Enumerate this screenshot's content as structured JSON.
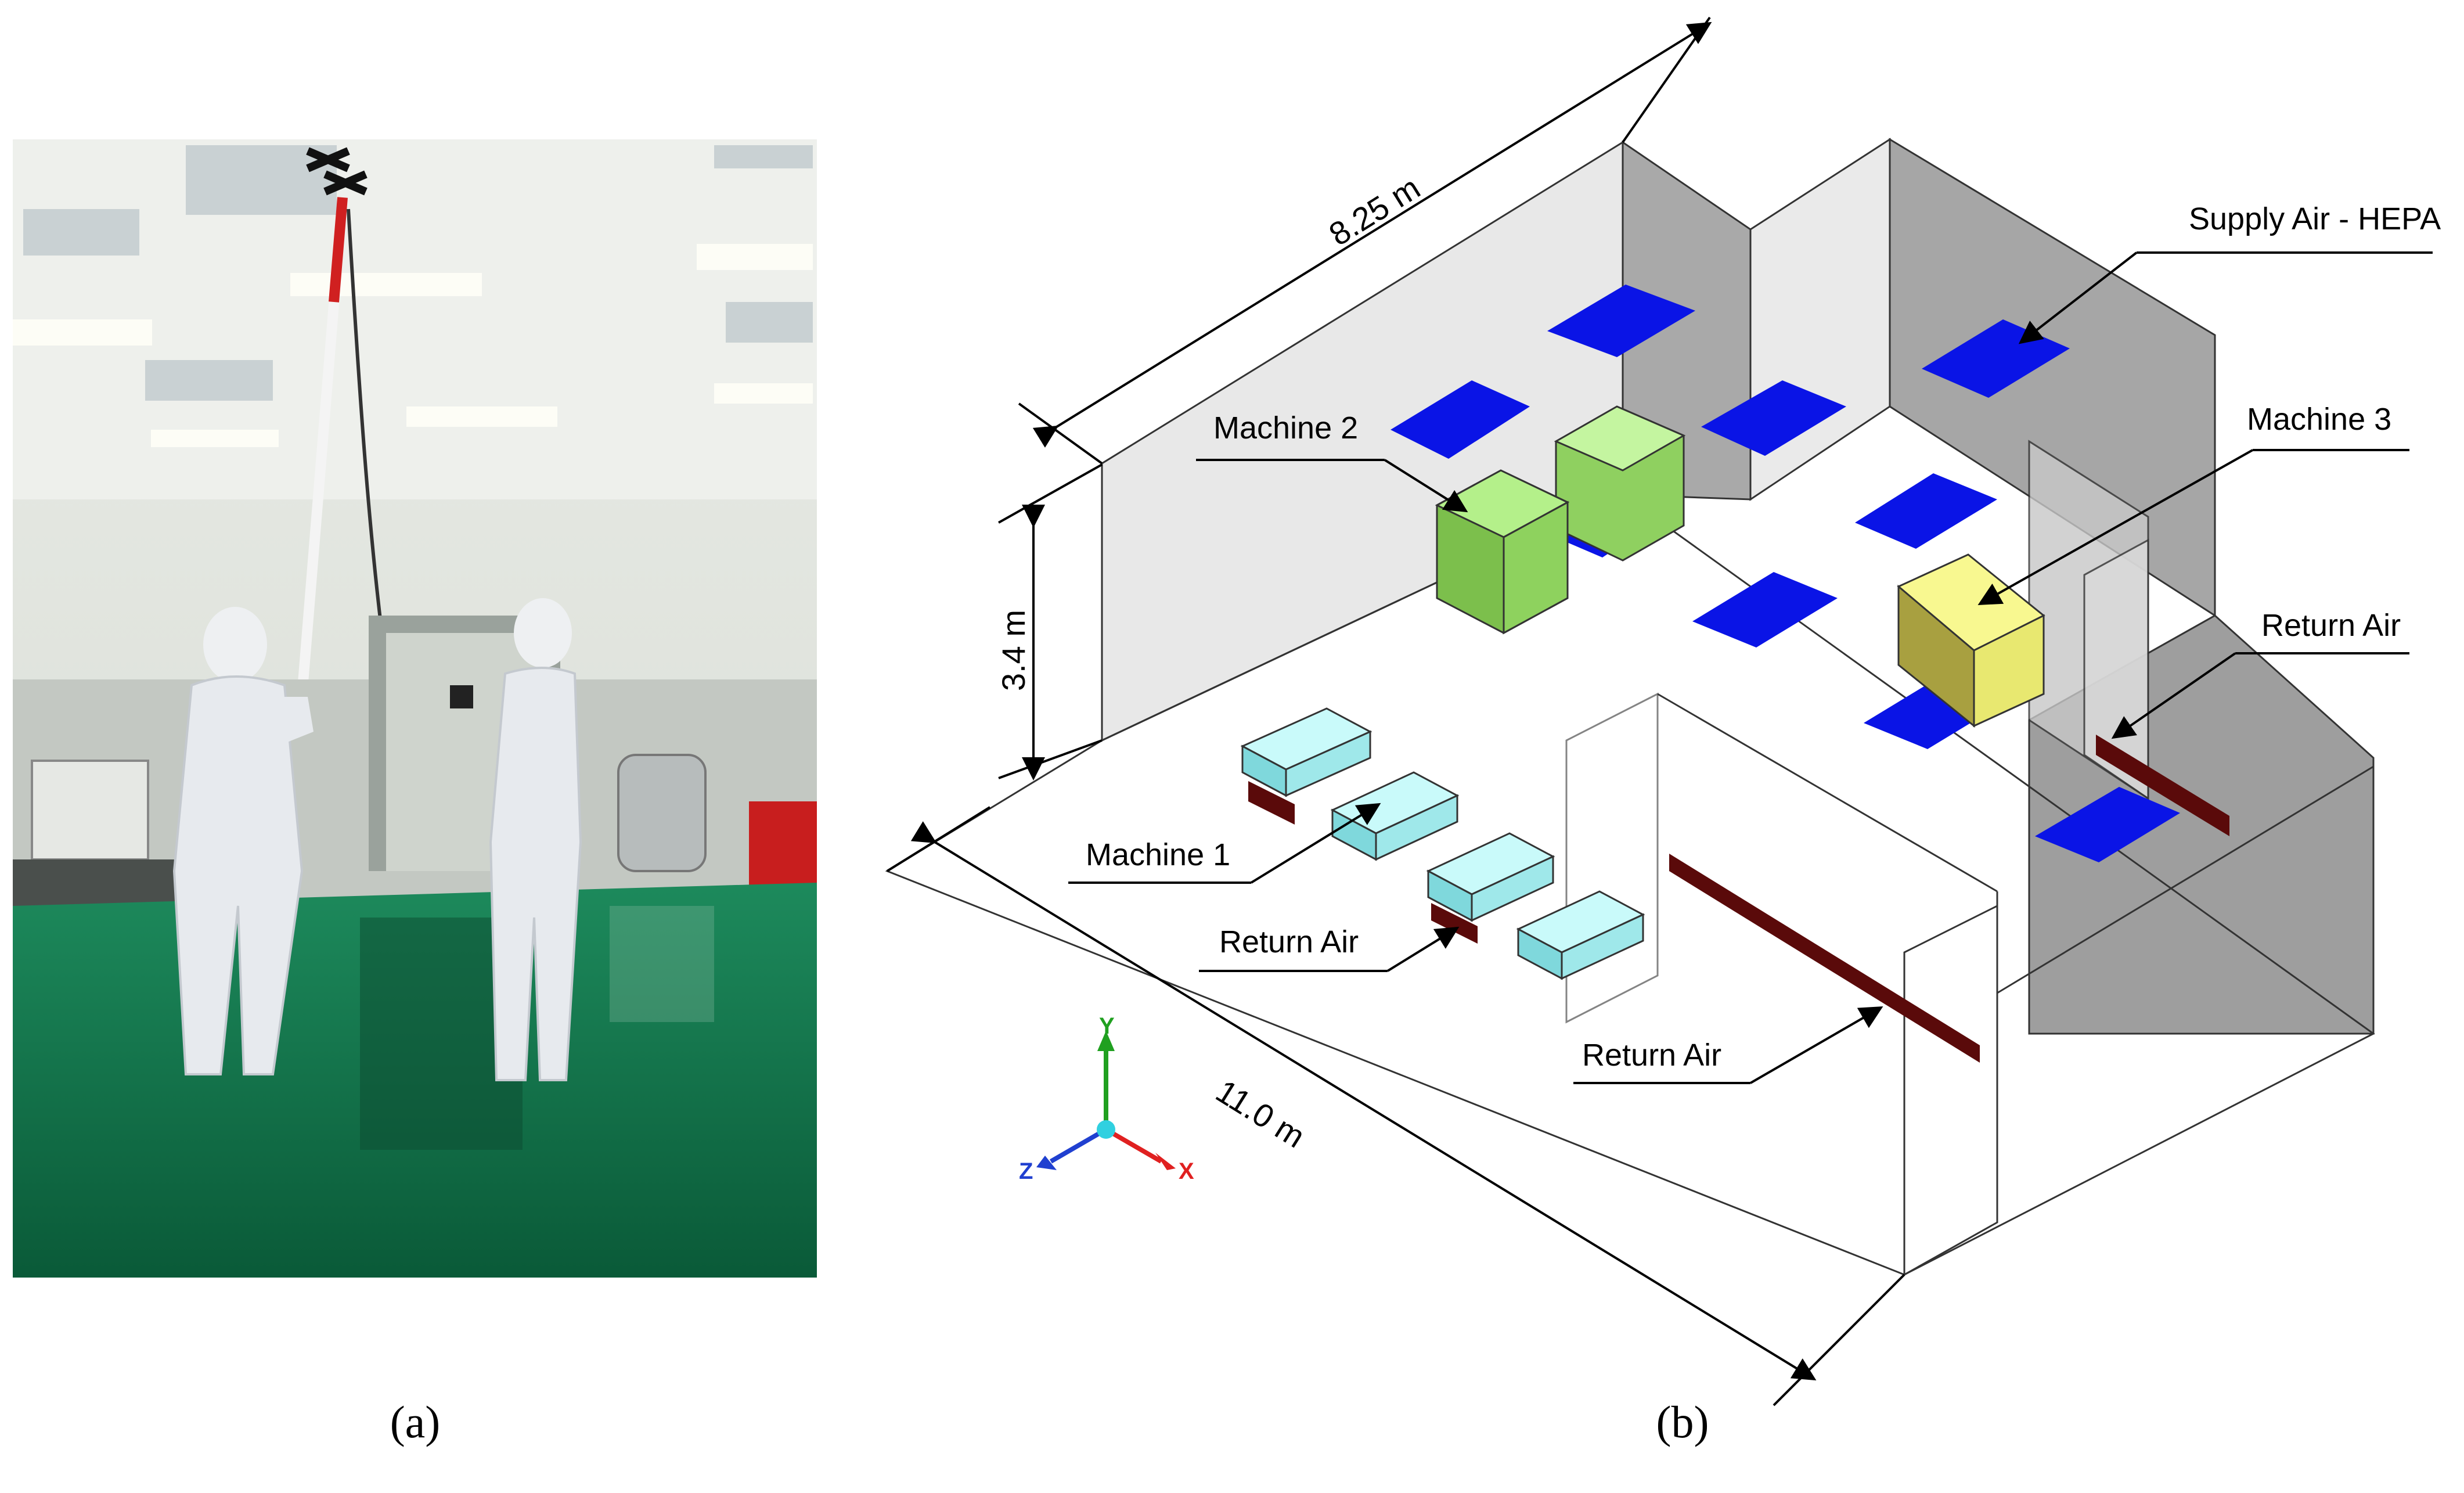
{
  "panels": {
    "a": {
      "caption": "(a)"
    },
    "b": {
      "caption": "(b)"
    }
  },
  "dimensions": {
    "length": "8.25 m",
    "height": "3.4 m",
    "width": "11.0 m"
  },
  "labels": {
    "supply_air": "Supply Air - HEPA",
    "machine_1": "Machine 1",
    "machine_2": "Machine 2",
    "machine_3": "Machine 3",
    "return_air_right": "Return Air",
    "return_air_left": "Return Air",
    "return_air_front": "Return Air"
  },
  "axes": {
    "x": "X",
    "y": "Y",
    "z": "Z"
  },
  "colors": {
    "supply_vent": "#0a14e6",
    "return_vent": "#5a0a0a",
    "machine_1": "#b8f4f4",
    "machine_2": "#b4f08a",
    "machine_3": "#f8f890",
    "floor_green": "#0f6b45",
    "axis_x": "#e02020",
    "axis_y": "#20a020",
    "axis_z": "#2040d0"
  }
}
